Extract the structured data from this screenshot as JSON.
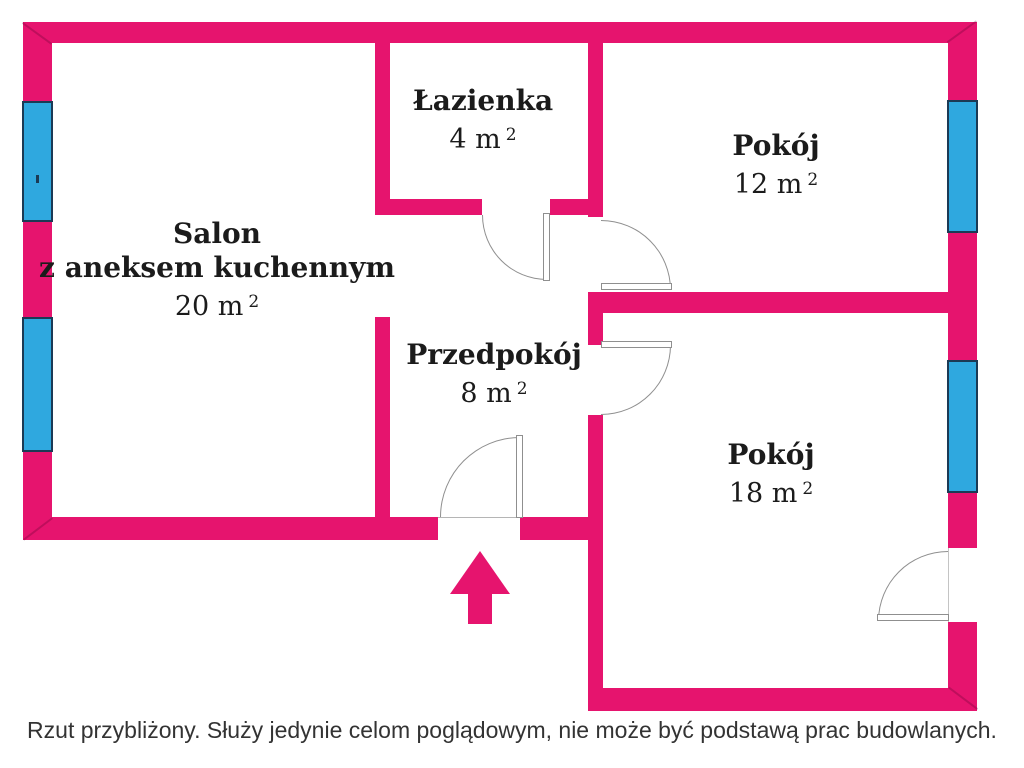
{
  "colors": {
    "background": "#FFFFFF",
    "wall": "#E6146E",
    "window_fill": "#2FA8DF",
    "window_border": "#1B3A55",
    "door_line": "#8F8F8F",
    "text": "#1B1B1B",
    "note_text": "#333333"
  },
  "rooms": {
    "salon": {
      "name": "Salon",
      "name2": "z aneksem kuchennym",
      "area": "20 m",
      "area_sup": "2"
    },
    "lazienka": {
      "name": "Łazienka",
      "area": "4 m",
      "area_sup": "2"
    },
    "pokoj12": {
      "name": "Pokój",
      "area": "12 m",
      "area_sup": "2"
    },
    "przedpokoj": {
      "name": "Przedpokój",
      "area": "8 m",
      "area_sup": "2"
    },
    "pokoj18": {
      "name": "Pokój",
      "area": "18 m",
      "area_sup": "2"
    }
  },
  "entrance": {
    "icon": "arrow-up"
  },
  "note": "Rzut przybliżony. Służy jedynie celom poglądowym, nie może być podstawą prac budowlanych."
}
